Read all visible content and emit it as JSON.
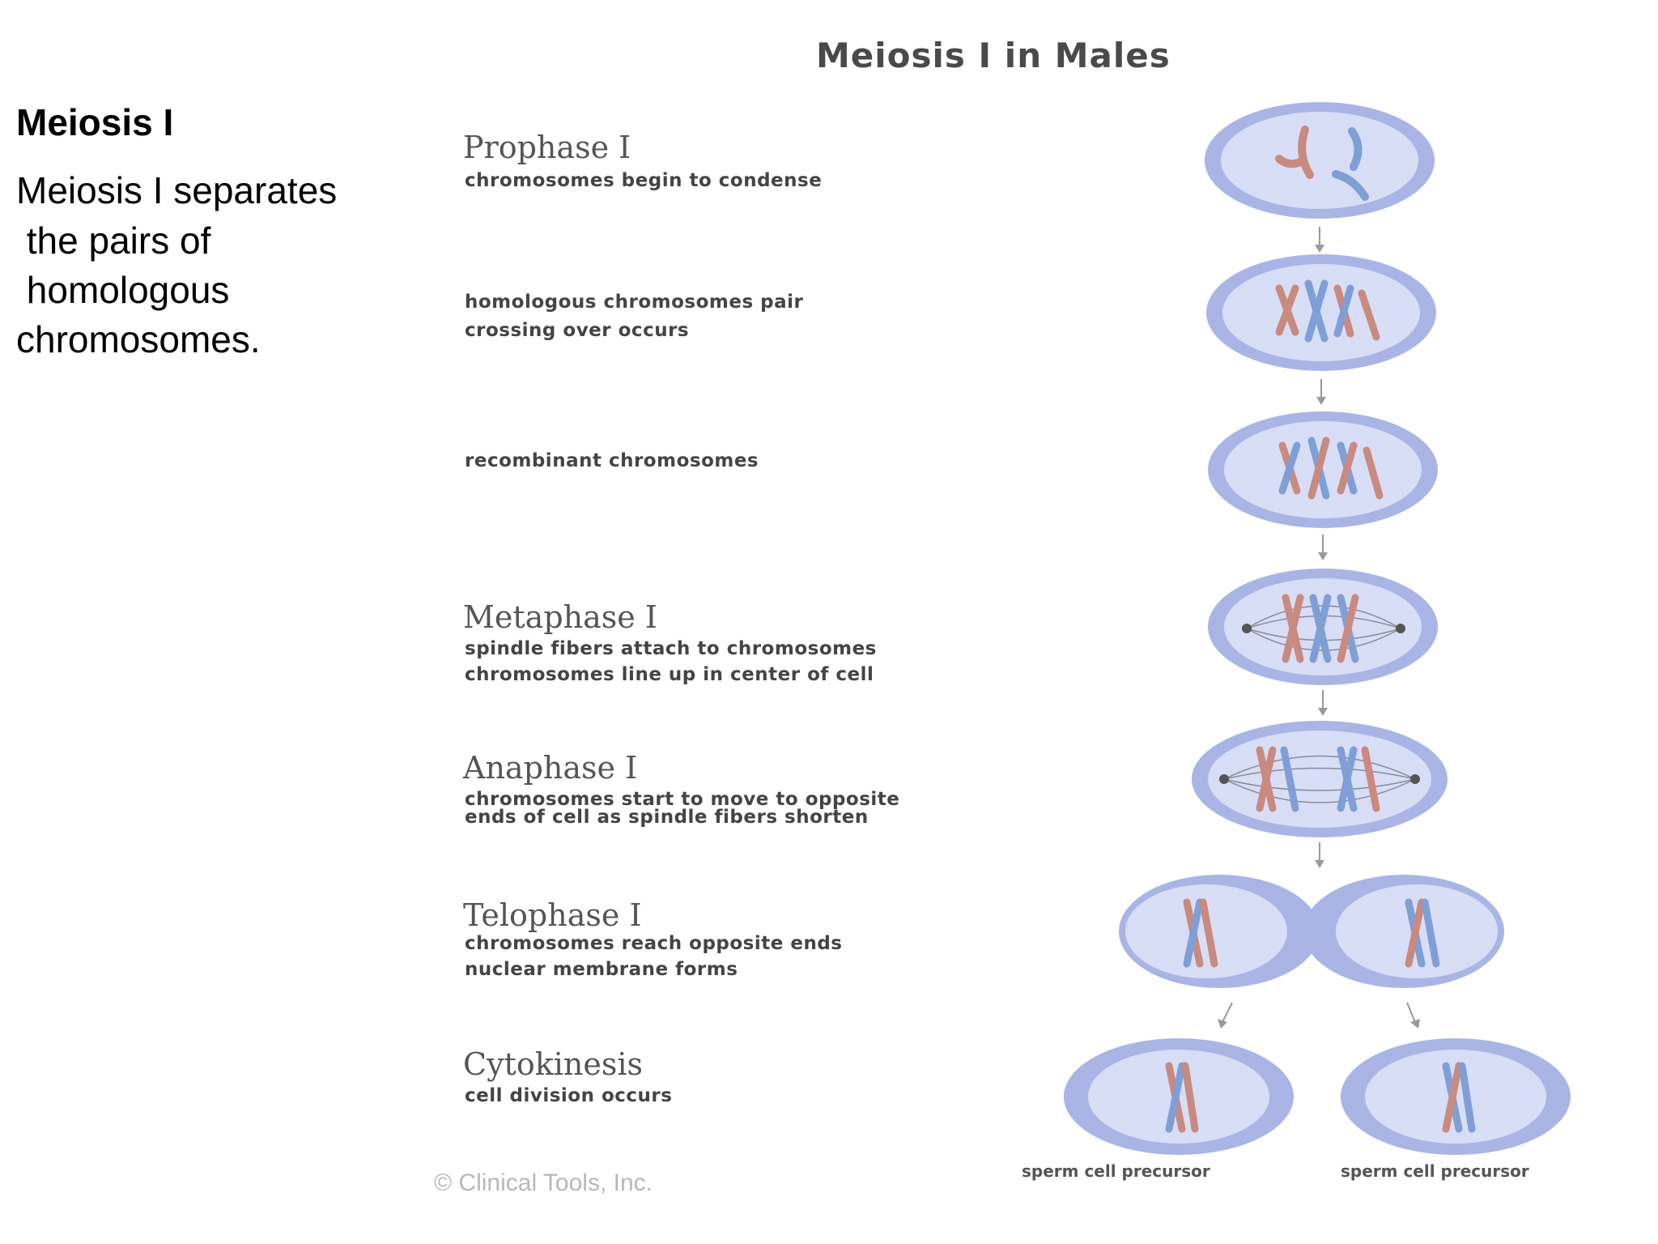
{
  "slide": {
    "title": "Meiosis I",
    "body_lines": [
      "Meiosis I separates",
      " the pairs of",
      " homologous",
      "chromosomes."
    ]
  },
  "diagram": {
    "title": "Meiosis I in Males",
    "stages": [
      {
        "name": "Prophase I",
        "lines": [
          "chromosomes begin to condense"
        ]
      },
      {
        "name": "",
        "lines": [
          "homologous chromosomes pair",
          "crossing over occurs"
        ]
      },
      {
        "name": "",
        "lines": [
          "recombinant chromosomes"
        ]
      },
      {
        "name": "Metaphase I",
        "lines": [
          "spindle fibers attach to chromosomes",
          "chromosomes line up in center of cell"
        ]
      },
      {
        "name": "Anaphase I",
        "lines": [
          "chromosomes start to move to opposite",
          "ends of cell as spindle fibers shorten"
        ]
      },
      {
        "name": "Telophase I",
        "lines": [
          "chromosomes reach opposite ends",
          "nuclear membrane forms"
        ]
      },
      {
        "name": "Cytokinesis",
        "lines": [
          "cell division occurs"
        ]
      }
    ],
    "cell_labels": [
      "sperm cell precursor",
      "sperm cell precursor"
    ],
    "copyright": "© Clinical Tools, Inc.",
    "colors": {
      "cell_outer": "#a9b3e6",
      "cell_inner": "#d6dcf5",
      "chromosome_red": "#c98a80",
      "chromosome_blue": "#7f9fd6",
      "arrow": "#999999"
    }
  }
}
